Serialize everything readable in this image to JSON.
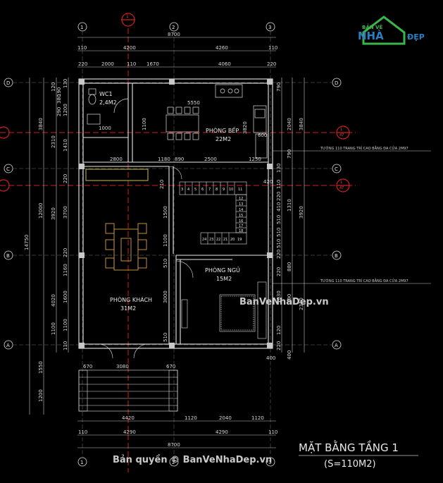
{
  "brand": {
    "logo_text_top": "BẢN VẼ",
    "logo_text_main": "NHÀ",
    "logo_text_tail": "ĐẸP",
    "colors": {
      "green": "#3cb44a",
      "blue": "#2a7fc0",
      "red": "#e0282b"
    }
  },
  "grid": {
    "columns": [
      "1",
      "2",
      "3"
    ],
    "rows": [
      "D",
      "C",
      "B",
      "A"
    ]
  },
  "dims_top": {
    "row1": [
      "110",
      "4200",
      "4260",
      "110"
    ],
    "row2": [
      "220",
      "2000",
      "110",
      "1670",
      "4060",
      "220"
    ],
    "total": "8700"
  },
  "dims_bottom": {
    "row1": [
      "4420",
      "1120",
      "2040",
      "1120"
    ],
    "row2": [
      "110",
      "4290",
      "4290",
      "110"
    ],
    "total": "8700"
  },
  "dims_left": {
    "outer": [
      "14750"
    ],
    "mid": [
      "3840",
      "12000",
      "1550",
      "1200"
    ],
    "inner": [
      "2310",
      "3920",
      "4020",
      "1100"
    ],
    "fine": [
      "1200",
      "1410",
      "220",
      "3700",
      "220",
      "1160",
      "1600",
      "1100",
      "110",
      "130",
      "120",
      "190",
      "290",
      "380"
    ]
  },
  "dims_right": {
    "mid": [
      "3840",
      "3920",
      "400"
    ],
    "inner": [
      "2040",
      "790",
      "1310",
      "880",
      "790",
      "2310"
    ],
    "fine": [
      "790",
      "130",
      "110",
      "220",
      "220",
      "220",
      "1030",
      "410",
      "510",
      "510",
      "510",
      "120",
      "220"
    ]
  },
  "interior_dims": [
    "5550",
    "600",
    "3820",
    "2800",
    "1180",
    "890",
    "2500",
    "1250",
    "420",
    "1000",
    "1500",
    "1100",
    "210",
    "3000",
    "3080",
    "670",
    "670",
    "510",
    "400",
    "1100",
    "510"
  ],
  "rooms": [
    {
      "name": "WC1",
      "area": "2,4M2"
    },
    {
      "name": "PHÒNG BẾP",
      "area": "22M2"
    },
    {
      "name": "PHÒNG NGỦ",
      "area": "15M2"
    },
    {
      "name": "PHÒNG KHÁCH",
      "area": "31M2"
    }
  ],
  "stairs": {
    "top_row": [
      "3",
      "4",
      "5",
      "6",
      "7",
      "8",
      "9",
      "10",
      "11"
    ],
    "side_col": [
      "12",
      "13",
      "14",
      "15",
      "16",
      "17",
      "18"
    ],
    "bottom_row": [
      "24",
      "23",
      "22",
      "21",
      "20",
      "19"
    ]
  },
  "notes": [
    "TƯỜNG 110 TRANG TRÍ CAO BẰNG ĐA CỬA 2M97",
    "TƯỜNG 110 TRANG TRÍ CAO BẰNG ĐA CỬA 2M97"
  ],
  "section_marks": [
    "1",
    "47"
  ],
  "title": {
    "line1": "MẶT BẰNG TẦNG 1",
    "line2": "(S=110M2)"
  },
  "watermarks": {
    "center": "BanVeNhaDep.vn",
    "bottom": "Bản quyền © BanVeNhaDep.vn"
  }
}
